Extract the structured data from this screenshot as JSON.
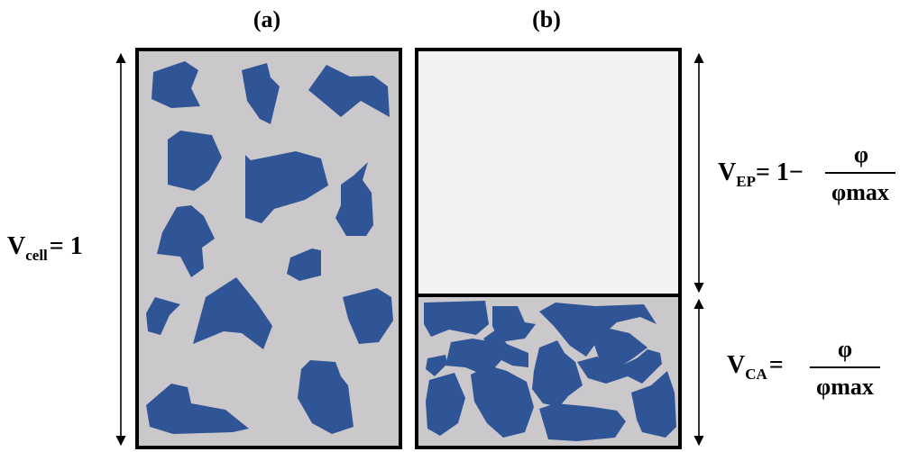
{
  "panel_a": {
    "label": "(a)",
    "volume_label": {
      "main": "V",
      "subscript": "cell",
      "equals": "= 1"
    }
  },
  "panel_b": {
    "label": "(b)",
    "ep_label": {
      "main": "V",
      "subscript": "EP",
      "equals": "= 1−",
      "numerator": "φ",
      "denominator": "φmax"
    },
    "ca_label": {
      "main": "V",
      "subscript": "CA",
      "equals": "=",
      "numerator": "φ",
      "denominator": "φmax"
    }
  },
  "colors": {
    "particle": "#2f5597",
    "cell_fill": "#cbc8cb",
    "empty_fill": "#f2f2f2",
    "border": "#000000"
  }
}
